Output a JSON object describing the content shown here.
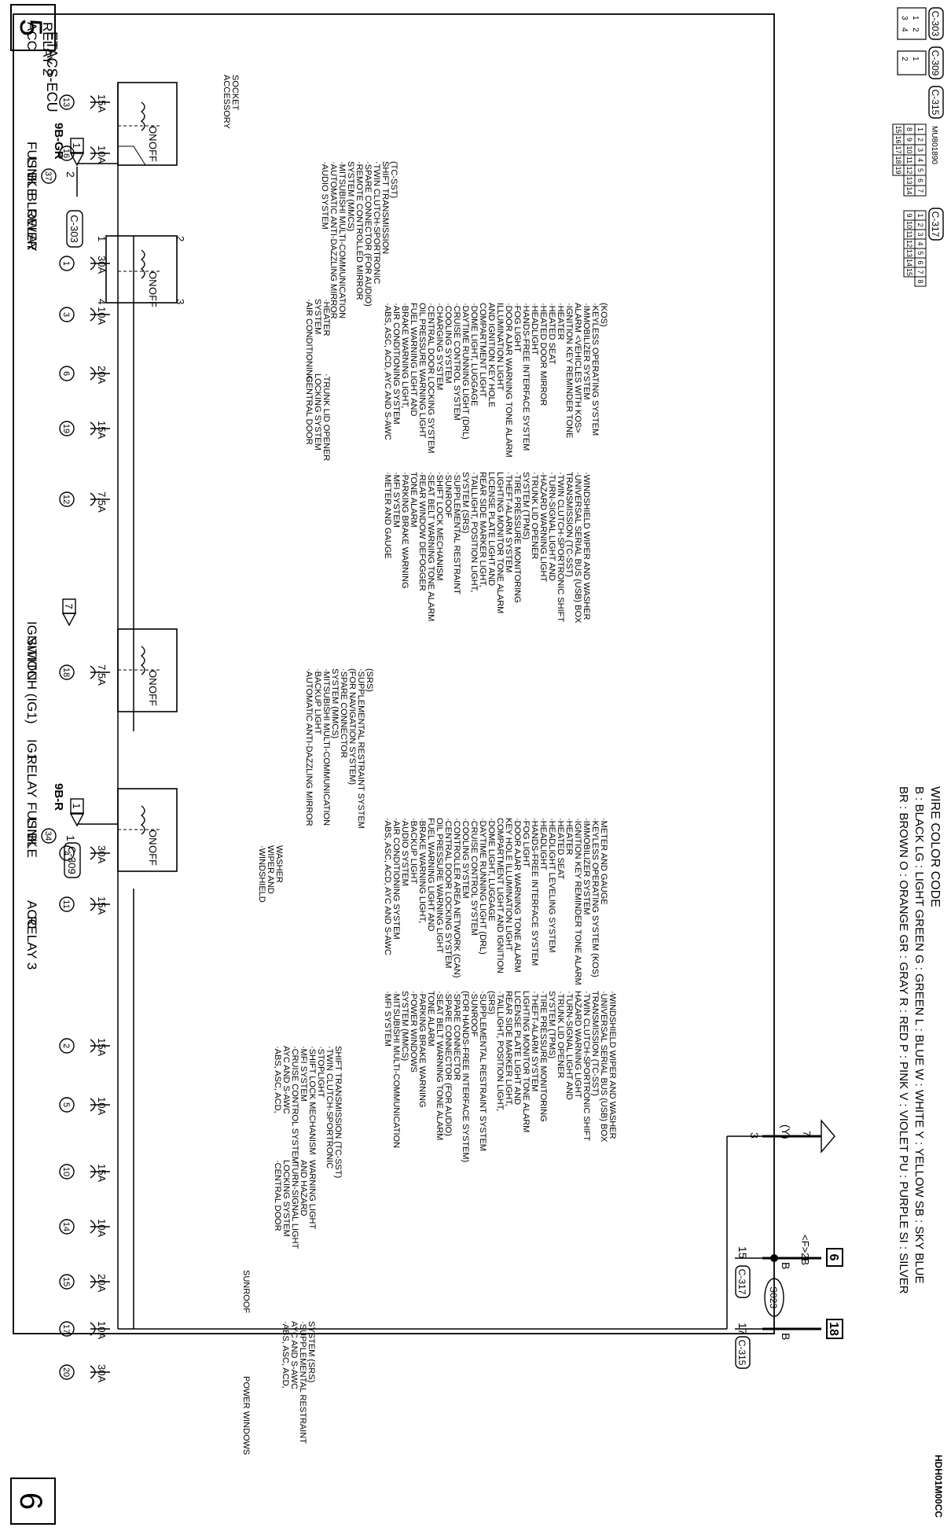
{
  "page_numbers": {
    "left": "5",
    "right": "6"
  },
  "ecu_label": "ETACS-ECU",
  "fusible_links": [
    {
      "name_line1": "FUSIBLE",
      "name_line2": "LINK",
      "number": "37",
      "tag": "1",
      "wire": "9B-GR",
      "pin": "2",
      "connector": ""
    },
    {
      "name_line1": "FUSIBLE",
      "name_line2": "LINK",
      "number": "34",
      "tag": "1",
      "wire": "9B-R",
      "pin": "1",
      "connector": "C-309"
    }
  ],
  "relays": {
    "acc2": {
      "line1": "ACC",
      "line2": "RELAY 2",
      "on": "ON",
      "off": "OFF"
    },
    "blower": {
      "line1": "BLOWER",
      "line2": "RELAY",
      "connector": "C-303",
      "on": "ON",
      "off": "OFF",
      "pins": [
        "1",
        "2",
        "3",
        "4"
      ]
    },
    "ig1": {
      "line1": "IG1",
      "line2": "RELAY",
      "on": "ON",
      "off": "OFF"
    },
    "ignition_switch": {
      "line1": "IGNITION",
      "line2": "SWITCH (IG1)",
      "tag": "7"
    },
    "acc3": {
      "line1": "ACC",
      "line2": "RELAY 3",
      "on": "ON",
      "off": "OFF"
    }
  },
  "fuses": [
    {
      "no": "13",
      "amp": "15A"
    },
    {
      "no": "16",
      "amp": "10A"
    },
    {
      "no": "1",
      "amp": "30A"
    },
    {
      "no": "3",
      "amp": "10A"
    },
    {
      "no": "6",
      "amp": "20A"
    },
    {
      "no": "19",
      "amp": "15A"
    },
    {
      "no": "12",
      "amp": "7.5A"
    },
    {
      "no": "18",
      "amp": "7.5A"
    },
    {
      "no": "4",
      "amp": "30A"
    },
    {
      "no": "11",
      "amp": "15A"
    },
    {
      "no": "2",
      "amp": "15A"
    },
    {
      "no": "5",
      "amp": "10A"
    },
    {
      "no": "10",
      "amp": "15A"
    },
    {
      "no": "14",
      "amp": "10A"
    },
    {
      "no": "15",
      "amp": "20A"
    },
    {
      "no": "17",
      "amp": "10A"
    },
    {
      "no": "20",
      "amp": "30A"
    }
  ],
  "system_lists": {
    "accessory_socket": [
      "ACCESSORY",
      "SOCKET"
    ],
    "fuse16_systems": [
      "·AUDIO SYSTEM",
      "·AUTOMATIC ANTI-DAZZLING MIRROR",
      "·MITSUBISHI MULTI-COMMUNICATION",
      " SYSTEM (MMCS)",
      "·REMOTE CONTROLLED MIRROR",
      "·SPARE CONNECTOR (FOR AUDIO)",
      "·TWIN CLUTCH-SPORTRONIC",
      " SHIFT TRANSMISSION",
      " (TC-SST)"
    ],
    "blower_systems": [
      "·AIR CONDITIONING",
      " SYSTEM",
      "·HEATER"
    ],
    "fuse6_systems": [
      "·CENTRAL DOOR",
      " LOCKING SYSTEM",
      "·TRUNK LID OPENER"
    ],
    "fuse12_col1": [
      "·ABS, ASC, ACD, AYC AND S-AWC",
      "·AIR CONDITIONING SYSTEM",
      "·BRAKE WARNING LIGHT,",
      " FUEL WARNING LIGHT AND",
      " OIL PRESSURE WARNING LIGHT",
      "·CENTRAL DOOR LOCKING SYSTEM",
      "·CHARGING SYSTEM",
      "·COOLING SYSTEM",
      "·CRUISE CONTROL SYSTEM",
      "·DAYTIME RUNNING LIGHT (DRL)",
      "·DOME LIGHT, LUGGAGE",
      " COMPARTMENT LIGHT",
      " AND IGNITION KEY HOLE",
      " ILLUMINATION LIGHT",
      "·DOOR AJAR WARNING TONE ALARM",
      "·FOG LIGHT",
      "·HANDS-FREE INTERFACE SYSTEM",
      "·HEADLIGHT",
      "·HEATED DOOR MIRROR",
      "·HEATED SEAT",
      "·HEATER",
      "·IGNITION KEY REMINDER TONE",
      " ALARM <VEHICLES WITH KOS>",
      "·IMMOBILIZER SYSTEM",
      "·KEYLESS OPERATING SYSTEM",
      " (KOS)"
    ],
    "fuse12_col2": [
      "·METER AND GAUGE",
      "·MFI SYSTEM",
      "·PARKING BRAKE WARNING",
      " TONE ALARM",
      "·REAR WINDOW DEFOGGER",
      "·SEAT BELT WARNING TONE ALARM",
      "·SHIFT LOCK MECHANISM",
      "·SUNROOF",
      "·SUPPLEMENTAL RESTRAINT",
      " SYSTEM (SRS)",
      "·TAILLIGHT, POSITION LIGHT,",
      " REAR SIDE MARKER LIGHT,",
      " LICENSE PLATE LIGHT AND",
      " LIGHTING MONITOR TONE ALARM",
      "·THEFT-ALARM SYSTEM",
      "·TIRE PRESSURE MONITORING",
      " SYSTEM (TPMS)",
      "·TRUNK LID OPENER",
      "·HAZARD WARNING LIGHT",
      "·TURN-SIGNAL LIGHT AND",
      "·TWIN CLUTCH-SPORTRONIC SHIFT",
      " TRANSMISSION (TC-SST)",
      "·UNIVERSAL SERIAL BUS (USB) BOX",
      "·WINDSHIELD WIPER AND WASHER"
    ],
    "fuse18_systems": [
      "·AUTOMATIC ANTI-DAZZLING MIRROR",
      "·BACKUP LIGHT",
      "·MITSUBISHI MULTI-COMMUNICATION",
      " SYSTEM (MMCS)",
      "·SPARE CONNECTOR",
      " (FOR NAVIGATION SYSTEM)",
      "·SUPPLEMENTAL RESTRAINT SYSTEM",
      " (SRS)"
    ],
    "fuse4_systems": [
      "·WINDSHIELD",
      " WIPER AND",
      " WASHER"
    ],
    "fuse11_col1": [
      "·ABS, ASC, ACD, AYC AND S-AWC",
      "·AIR CONDITIONING SYSTEM",
      "·AUDIO SYSTEM",
      "·BACKUP LIGHT",
      "·BRAKE WARNING LIGHT,",
      " FUEL WARNING LIGHT AND",
      " OIL PRESSURE WARNING LIGHT",
      "·CENTRAL DOOR LOCKING SYSTEM",
      "·CONTROLLER AREA NETWORK (CAN)",
      "·COOLING SYSTEM",
      "·CRUISE CONTROL SYSTEM",
      "·DAYTIME RUNNING LIGHT (DRL)",
      "·DOME LIGHT, LUGGAGE",
      " COMPARTMENT LIGHT AND IGNITION",
      " KEY HOLE ILLUMINATION LIGHT",
      "·DOOR AJAR WARNING TONE ALARM",
      "·FOG LIGHT",
      "·HANDS-FREE INTERFACE SYSTEM",
      "·HEADLIGHT",
      "·HEADLIGHT LEVELING SYSTEM",
      "·HEATED SEAT",
      "·HEATER",
      "·IGNITION KEY REMINDER TONE ALARM",
      "·IMMOBILIZER SYSTEM",
      "·KEYLESS OPERATING SYSTEM (KOS)",
      "·METER AND GAUGE"
    ],
    "fuse11_col2": [
      "·MFI SYSTEM",
      "·MITSUBISHI MULTI-COMMUNICATION",
      " SYSTEM (MMCS)",
      "·POWER WINDOWS",
      "·PARKING BRAKE WARNING",
      " TONE ALARM",
      "·SEAT BELT WARNING TONE ALARM",
      "·SPARE CONNECTOR (FOR AUDIO)",
      "·SPARE CONNECTOR",
      " (FOR HANDS-FREE INTERFACE SYSTEM)",
      "·SUNROOF",
      "·SUPPLEMENTAL RESTRAINT SYSTEM",
      " (SRS)",
      "·TAILLIGHT, POSITION LIGHT,",
      " REAR SIDE MARKER LIGHT,",
      " LICENSE PLATE LIGHT AND",
      " LIGHTING MONITOR TONE ALARM",
      "·THEFT-ALARM SYSTEM",
      "·TIRE PRESSURE MONITORING",
      " SYSTEM (TPMS)",
      "·TRUNK LID OPENER",
      "·TURN-SIGNAL LIGHT AND",
      " HAZARD WARNING LIGHT",
      "·TWIN CLUTCH-SPORTRONIC SHIFT",
      " TRANSMISSION (TC-SST)",
      "·UNIVERSAL SERIAL BUS (USB) BOX",
      "·WINDSHIELD WIPER AND WASHER"
    ],
    "fuse2_systems": [
      "·ABS, ASC, ACD,",
      " AYC AND S-AWC",
      "·CRUISE CONTROL SYSTEM",
      "·MFI SYSTEM",
      "·SHIFT LOCK MECHANISM",
      "·STOPLIGHT",
      "·TWIN CLUTCH-SPORTRONIC",
      " SHIFT TRANSMISSION (TC-SST)"
    ],
    "fuse10_systems": [
      "·CENTRAL DOOR",
      " LOCKING SYSTEM",
      "·TURN-SIGNAL LIGHT",
      " AND HAZARD",
      " WARNING LIGHT"
    ],
    "sunroof": [
      "SUNROOF"
    ],
    "fuse17_systems": [
      "·ABS, ASC, ACD,",
      " AYC AND S-AWC",
      "·SUPPLEMENTAL RESTRAINT",
      " SYSTEM (SRS)"
    ],
    "power_windows": [
      "POWER WINDOWS"
    ]
  },
  "outputs": {
    "pin3": "3",
    "wire_y": "(Y)",
    "tag7": "7",
    "pin15": "15",
    "conn317": "C-317",
    "wire_b1": "B",
    "f2b": "<F>2B",
    "splice": "S023",
    "ground6": "6",
    "pin17": "17",
    "conn315": "C-315",
    "wire_b2": "B",
    "ground18": "18"
  },
  "connectors": [
    {
      "name": "C-303",
      "pins": [
        "1",
        "2",
        "3",
        "4"
      ]
    },
    {
      "name": "C-309",
      "pins": [
        "1",
        "2"
      ]
    },
    {
      "name": "C-315",
      "part": "MU801890",
      "pins": [
        "1",
        "2",
        "3",
        "4",
        "5",
        "6",
        "7",
        "8",
        "9",
        "10",
        "11",
        "12",
        "13",
        "14",
        "15",
        "16",
        "17",
        "18",
        "19"
      ]
    },
    {
      "name": "C-317",
      "pins": [
        "1",
        "2",
        "3",
        "4",
        "5",
        "6",
        "7",
        "8",
        "9",
        "10",
        "11",
        "12",
        "13",
        "14",
        "15"
      ]
    }
  ],
  "wire_color_code": {
    "title": "WIRE COLOR CODE",
    "line1": "B : BLACK   LG : LIGHT GREEN   G : GREEN   L : BLUE   W : WHITE   Y : YELLOW   SB : SKY BLUE",
    "line2": "BR : BROWN   O : ORANGE   GR : GRAY   R : RED   P : PINK   V : VIOLET   PU : PURPLE   SI : SILVER"
  },
  "doc_code": "HDH01M00CC"
}
